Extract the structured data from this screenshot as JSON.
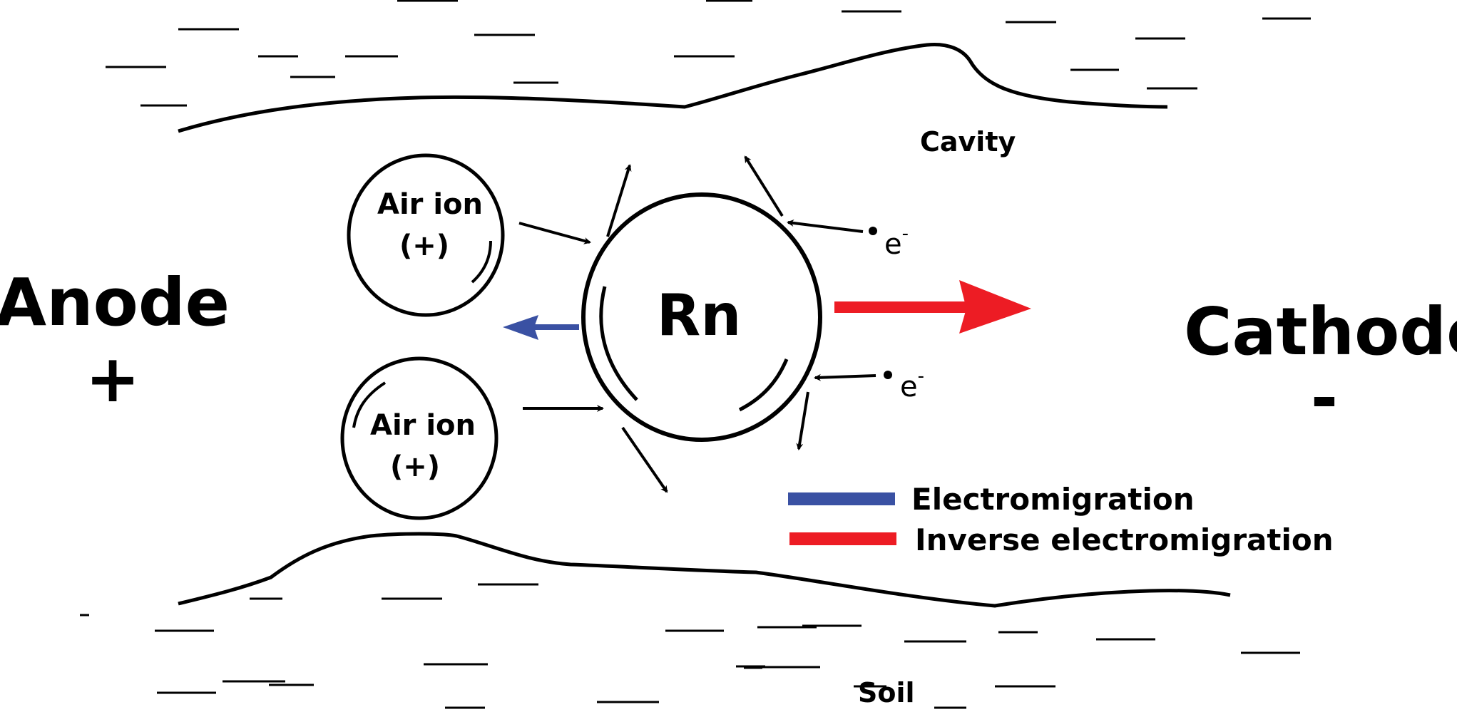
{
  "diagram": {
    "regions": {
      "cavity_label": "Cavity",
      "soil_label": "Soil"
    },
    "electrodes": {
      "anode": {
        "label": "Anode",
        "sign": "+"
      },
      "cathode": {
        "label": "Cathode",
        "sign": "-"
      }
    },
    "particles": {
      "radon": {
        "label": "Rn"
      },
      "air_ions": [
        {
          "label": "Air ion",
          "charge": "(+)"
        },
        {
          "label": "Air ion",
          "charge": "(+)"
        }
      ],
      "electrons": [
        {
          "symbol": "e",
          "superscript": "-"
        },
        {
          "symbol": "e",
          "superscript": "-"
        }
      ]
    },
    "legend": [
      {
        "label": "Electromigration",
        "color": "#3a51a3",
        "direction": "toward anode"
      },
      {
        "label": "Inverse electromigration",
        "color": "#ed1c24",
        "direction": "toward cathode"
      }
    ],
    "colors": {
      "electromigration": "#3a51a3",
      "inverse_electromigration": "#ed1c24",
      "line": "#000000"
    }
  }
}
